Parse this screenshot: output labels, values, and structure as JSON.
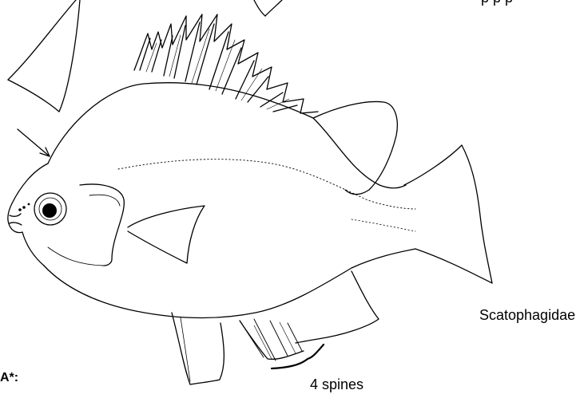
{
  "labels": {
    "family": "Scatophagidae",
    "spines": "4 spines",
    "corner": "A*:",
    "top_clipped": "p  p  p"
  },
  "colors": {
    "ink": "#000000",
    "background": "#ffffff"
  }
}
